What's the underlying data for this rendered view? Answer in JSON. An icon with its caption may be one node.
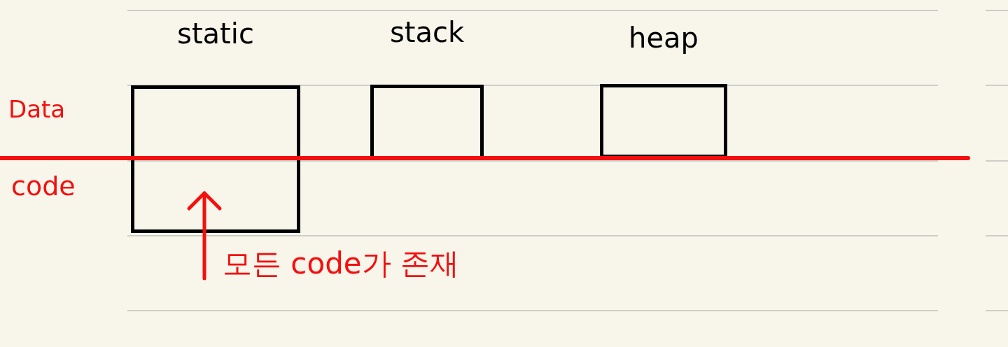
{
  "diagram": {
    "nodes": [
      {
        "text": [
          "static"
        ]
      },
      {
        "text": [
          "stack"
        ]
      },
      {
        "text": [
          "heap"
        ]
      },
      {
        "text": [
          "모든 code가 존재"
        ]
      }
    ],
    "edges": [
      {
        "from": 3,
        "to": 0,
        "arrow": "to"
      }
    ],
    "labels": [
      "Data",
      "code"
    ]
  }
}
